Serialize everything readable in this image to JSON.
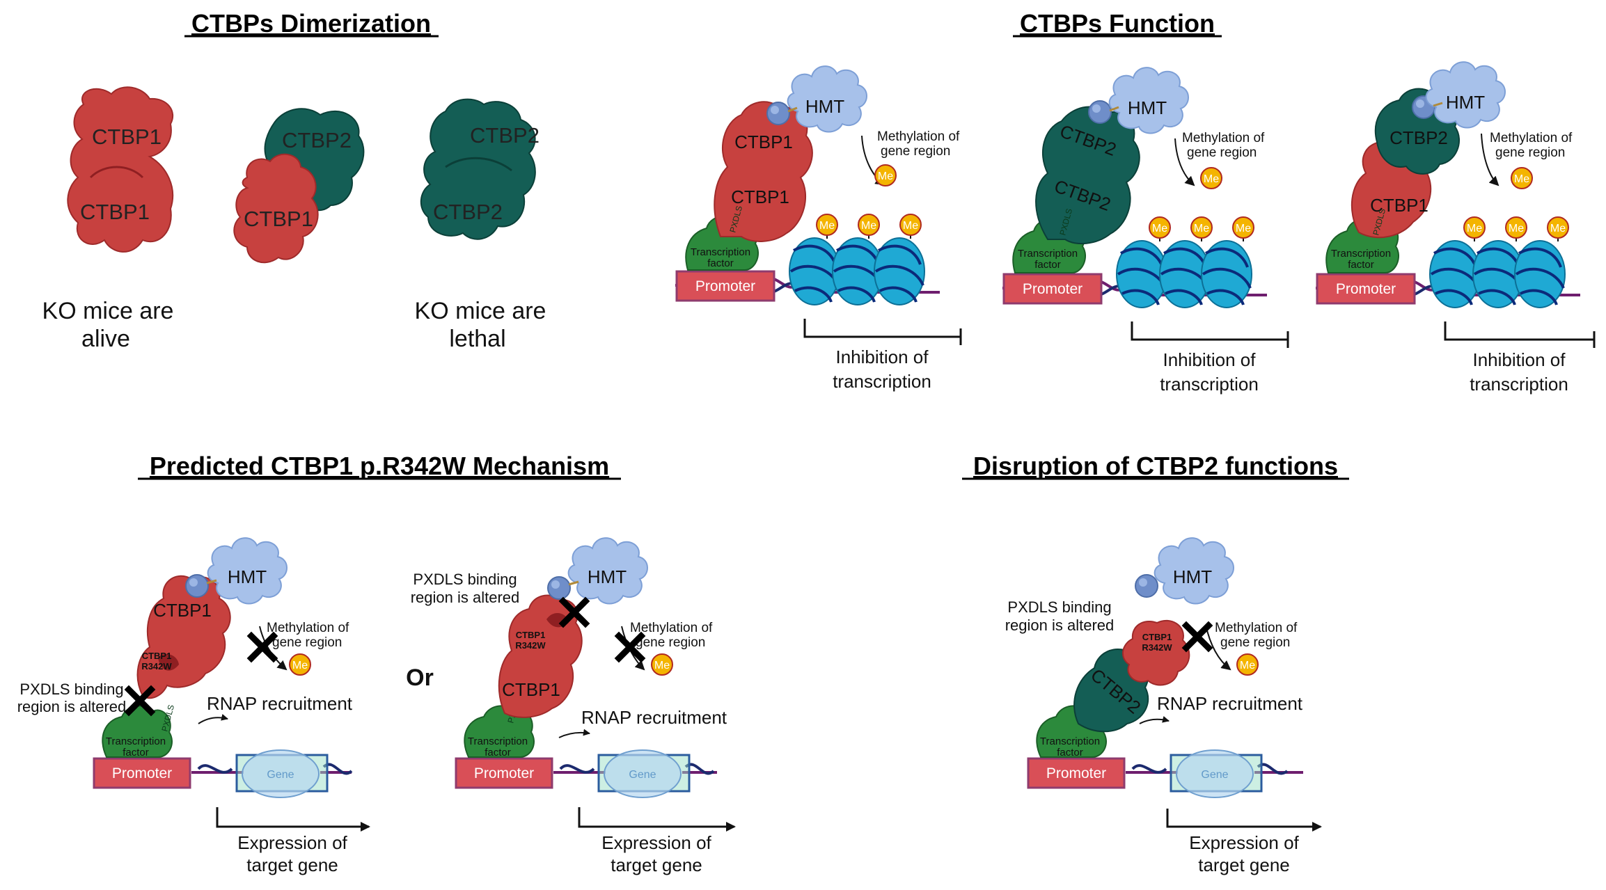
{
  "dimerization": {
    "title": "CTBPs Dimerization",
    "ctbp1_homodimer": {
      "top": "CTBP1",
      "bottom": "CTBP1",
      "caption_line1": "KO mice are",
      "caption_line2": "alive"
    },
    "heterodimer": {
      "top": "CTBP2",
      "bottom": "CTBP1"
    },
    "ctbp2_homodimer": {
      "top": "CTBP2",
      "bottom": "CTBP2",
      "caption_line1": "KO mice are",
      "caption_line2": "lethal"
    }
  },
  "function": {
    "title": "CTBPs Function",
    "panels": [
      {
        "top": "CTBP1",
        "bottom": "CTBP1"
      },
      {
        "top": "CTBP2",
        "bottom": "CTBP2"
      },
      {
        "top": "CTBP2",
        "bottom": "CTBP1"
      }
    ],
    "hmt": "HMT",
    "methylation_line1": "Methylation of",
    "methylation_line2": "gene region",
    "me": "Me",
    "tf_line1": "Transcription",
    "tf_line2": "factor",
    "pxdls": "PXDLS",
    "promoter": "Promoter",
    "inhibition_line1": "Inhibition of",
    "inhibition_line2": "transcription"
  },
  "mechanism": {
    "title": "Predicted CTBP1 p.R342W Mechanism",
    "or_label": "Or",
    "ctbp1": "CTBP1",
    "mutant_line1": "CTBP1",
    "mutant_line2": "R342W",
    "pxdls_altered_left_line1": "PXDLS binding",
    "pxdls_altered_left_line2": "region is altered",
    "pxdls_altered_right_line1": "PXDLS binding",
    "pxdls_altered_right_line2": "region is altered",
    "rnap": "RNAP recruitment",
    "expression_line1": "Expression of",
    "expression_line2": "target gene",
    "gene": "Gene"
  },
  "disruption": {
    "title": "Disruption of CTBP2 functions",
    "pxdls_altered_line1": "PXDLS binding",
    "pxdls_altered_line2": "region is altered",
    "ctbp2": "CTBP2",
    "mutant_line1": "CTBP1",
    "mutant_line2": "R342W"
  },
  "colors": {
    "ctbp1": "#c7413f",
    "ctbp1_dark": "#8f1f22",
    "ctbp2": "#145e55",
    "ctbp2_dark": "#0b3f38",
    "hmt": "#a7c1ea",
    "tf": "#2c8a3c",
    "promoter": "#d94f57",
    "dna": "#6e1e6e",
    "nucleosome": "#1fa9d4",
    "me": "#f4b400"
  }
}
